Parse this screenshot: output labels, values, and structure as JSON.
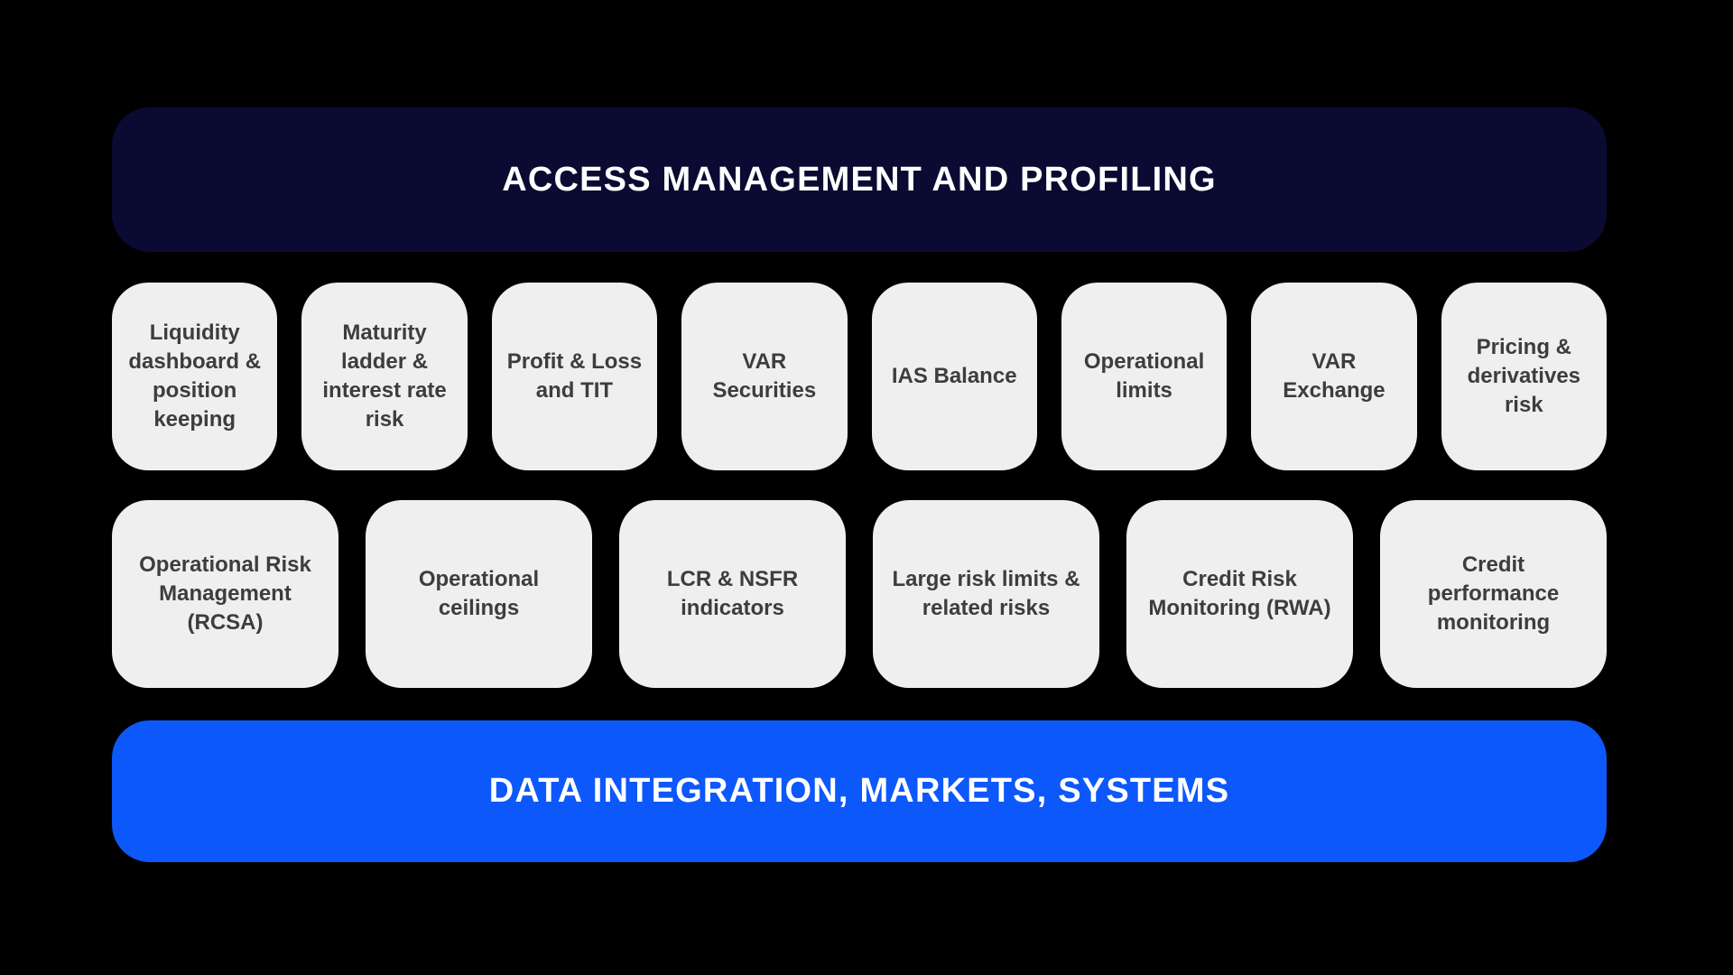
{
  "colors": {
    "background": "#000000",
    "top_banner_bg": "#0a0a32",
    "bottom_banner_bg": "#0d58fb",
    "card_bg": "#efefef",
    "card_text": "#3d3d3d",
    "banner_text": "#ffffff"
  },
  "top_banner": {
    "label": "ACCESS MANAGEMENT AND PROFILING"
  },
  "bottom_banner": {
    "label": "DATA INTEGRATION, MARKETS, SYSTEMS"
  },
  "row1": {
    "cards": [
      {
        "label": "Liquidity dashboard & position keeping"
      },
      {
        "label": "Maturity ladder & interest rate risk"
      },
      {
        "label": "Profit & Loss and TIT"
      },
      {
        "label": "VAR Securities"
      },
      {
        "label": "IAS Balance"
      },
      {
        "label": "Operational limits"
      },
      {
        "label": "VAR Exchange"
      },
      {
        "label": "Pricing & derivatives risk"
      }
    ]
  },
  "row2": {
    "cards": [
      {
        "label": "Operational Risk Management (RCSA)"
      },
      {
        "label": "Operational ceilings"
      },
      {
        "label": "LCR & NSFR indicators"
      },
      {
        "label": "Large risk limits & related risks"
      },
      {
        "label": "Credit Risk Monitoring (RWA)"
      },
      {
        "label": "Credit performance monitoring"
      }
    ]
  }
}
